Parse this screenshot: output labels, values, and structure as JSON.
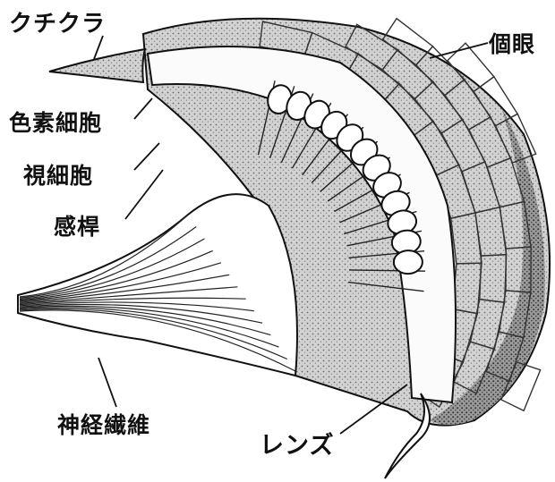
{
  "labels": {
    "cuticle": "クチクラ",
    "ommatidium": "個眼",
    "pigment_cell": "色素細胞",
    "visual_cell": "視細胞",
    "rhabdom": "感桿",
    "nerve_fiber": "神経繊維",
    "lens": "レンズ"
  },
  "colors": {
    "ink": "#111111",
    "facet_fill": "#cfcfcf",
    "background": "#ffffff"
  }
}
